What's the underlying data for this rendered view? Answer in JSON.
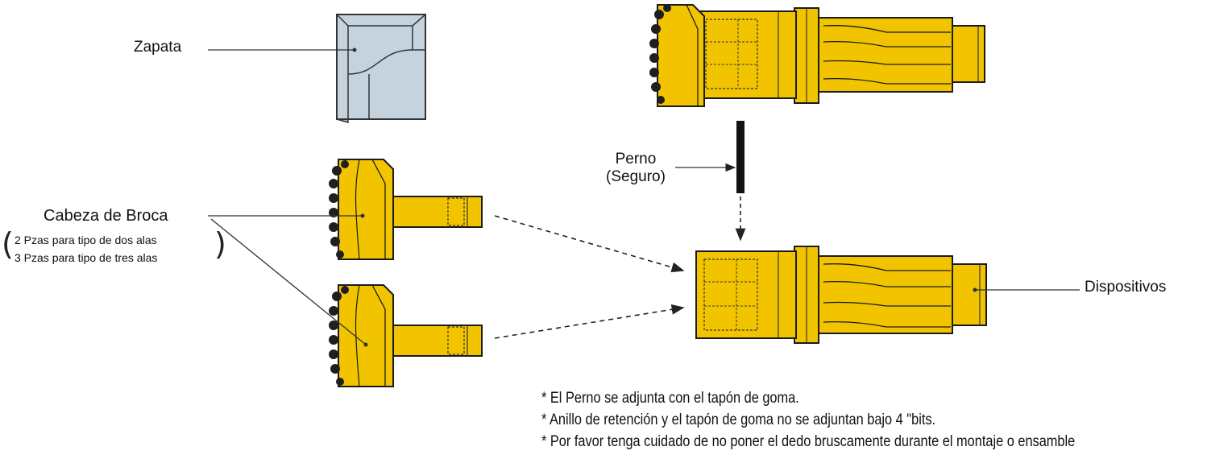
{
  "labels": {
    "zapata": "Zapata",
    "perno_line1": "Perno",
    "perno_line2": "(Seguro)",
    "cabeza": "Cabeza de Broca",
    "cabeza_sub1": "2 Pzas para  tipo de  dos alas",
    "cabeza_sub2": "3 Pzas para  tipo de tres alas",
    "dispositivos": "Dispositivos"
  },
  "notes": [
    "* El Perno se adjunta con el tapón de goma.",
    "* Anillo de retención y el tapón de goma no se adjuntan bajo 4 \"bits.",
    "* Por favor tenga cuidado de no  poner el dedo bruscamente durante el  montaje o ensamble"
  ],
  "colors": {
    "part_fill": "#f2c400",
    "part_stroke": "#1a1a1a",
    "zapata_fill": "#c5d3df",
    "button_fill": "#1f1f1f"
  }
}
